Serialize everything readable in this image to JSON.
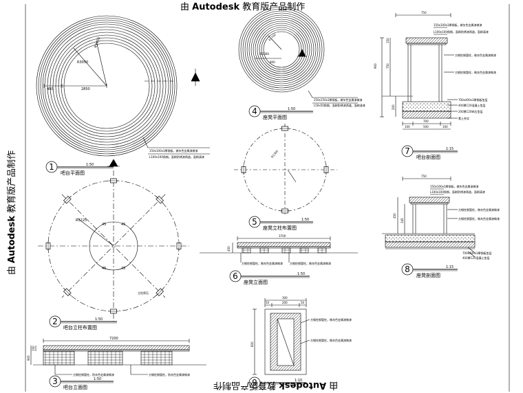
{
  "watermark": {
    "prefix": "由",
    "brand": "Autodesk",
    "suffix": "教育版产品制作"
  },
  "views": [
    {
      "num": "1",
      "scale": "1:50",
      "title": "吧台平面图"
    },
    {
      "num": "2",
      "scale": "1:50",
      "title": "吧台立柱布置图"
    },
    {
      "num": "3",
      "scale": "1:50",
      "title": "吧台立面图"
    },
    {
      "num": "4",
      "scale": "1:50",
      "title": "座凳平面图"
    },
    {
      "num": "5",
      "scale": "1:50",
      "title": "座凳立柱布置图"
    },
    {
      "num": "6",
      "scale": "1:50",
      "title": "座凳立面图"
    },
    {
      "num": "7",
      "scale": "1:15",
      "title": "吧台剖面图"
    },
    {
      "num": "8",
      "scale": "1:15",
      "title": "座凳剖面图"
    },
    {
      "num": "9",
      "scale": "1:10",
      "title": ""
    }
  ],
  "dims": {
    "v1_r1": "R3450",
    "v1_r2": "R3050",
    "v1_w1": "400",
    "v1_w2": "2850",
    "v2_r": "R3225",
    "v2_angle": "45",
    "v4_r1": "R1700",
    "v4_r2": "R1300",
    "v4_w": "900",
    "v3_len": "7200",
    "v3_h1": "900",
    "v3_h2": "150",
    "v6_len": "3700",
    "v6_h": "450",
    "v7_w": "750",
    "v7_h1": "900",
    "v7_h2": "750",
    "v7_h3": "200",
    "v7_h4": "150",
    "v7_b1": "700",
    "v7_b2": "100",
    "v7_b3": "500",
    "v7_b4": "100",
    "v8_w": "750",
    "v8_h1": "450",
    "v8_h2": "345",
    "v9_w1": "300",
    "v9_w2": "50",
    "v9_w3": "200",
    "v9_w4": "50",
    "v9_h": "600"
  },
  "notes": {
    "v1_a": "150x100x3厚钢板，做灰色金属漆做漆",
    "v1_b": "L100x100角钢，面刷防锈漆两道，面刷清漆",
    "v2_a": "立柱原石",
    "v4_a": "250x150x3厚钢板，做灰色金属漆做漆",
    "v4_b": "L50x50角钢，面刷防锈漆两道，面刷清漆",
    "v3_a": "方钢柱钢管柱，防灰色金属漆做漆",
    "v3_b": "方钢柱钢管柱，防灰色金属漆做漆",
    "v6_a": "方钢柱钢管柱，做灰色金属漆做漆",
    "v6_b": "方钢柱钢管柱，做灰色金属漆做漆",
    "v7_a": "150x100x3厚钢板，做灰色金属漆做漆",
    "v7_b": "L100x100角钢，面刷防锈漆两道，面刷清漆",
    "v7_c": "方钢柱钢管柱，做灰色金属漆做漆",
    "v7_d": "方钢柱钢管柱，做灰色金属漆做漆",
    "v7_e": "700x400x3厚钢板垫层",
    "v7_f": "400厚C20混凝土垫层",
    "v7_g": "200厚C20碎石垫层",
    "v7_h": "素土夯实",
    "v8_a": "150x100x3厚钢板，做灰色金属漆做漆",
    "v8_b": "L100x100角钢，面刷防锈漆两道，面刷清漆",
    "v8_c": "方钢柱钢管柱，做灰色金属漆做漆",
    "v8_d": "方钢柱钢管柱，做灰色金属漆做漆",
    "v8_e": "700x400x3厚钢板垫层",
    "v8_f": "400厚C20混凝土垫层",
    "v9_a": "方钢柱钢管柱，做灰色金属漆做漆",
    "v9_b": "方钢柱钢管柱，做灰色金属漆做漆"
  }
}
